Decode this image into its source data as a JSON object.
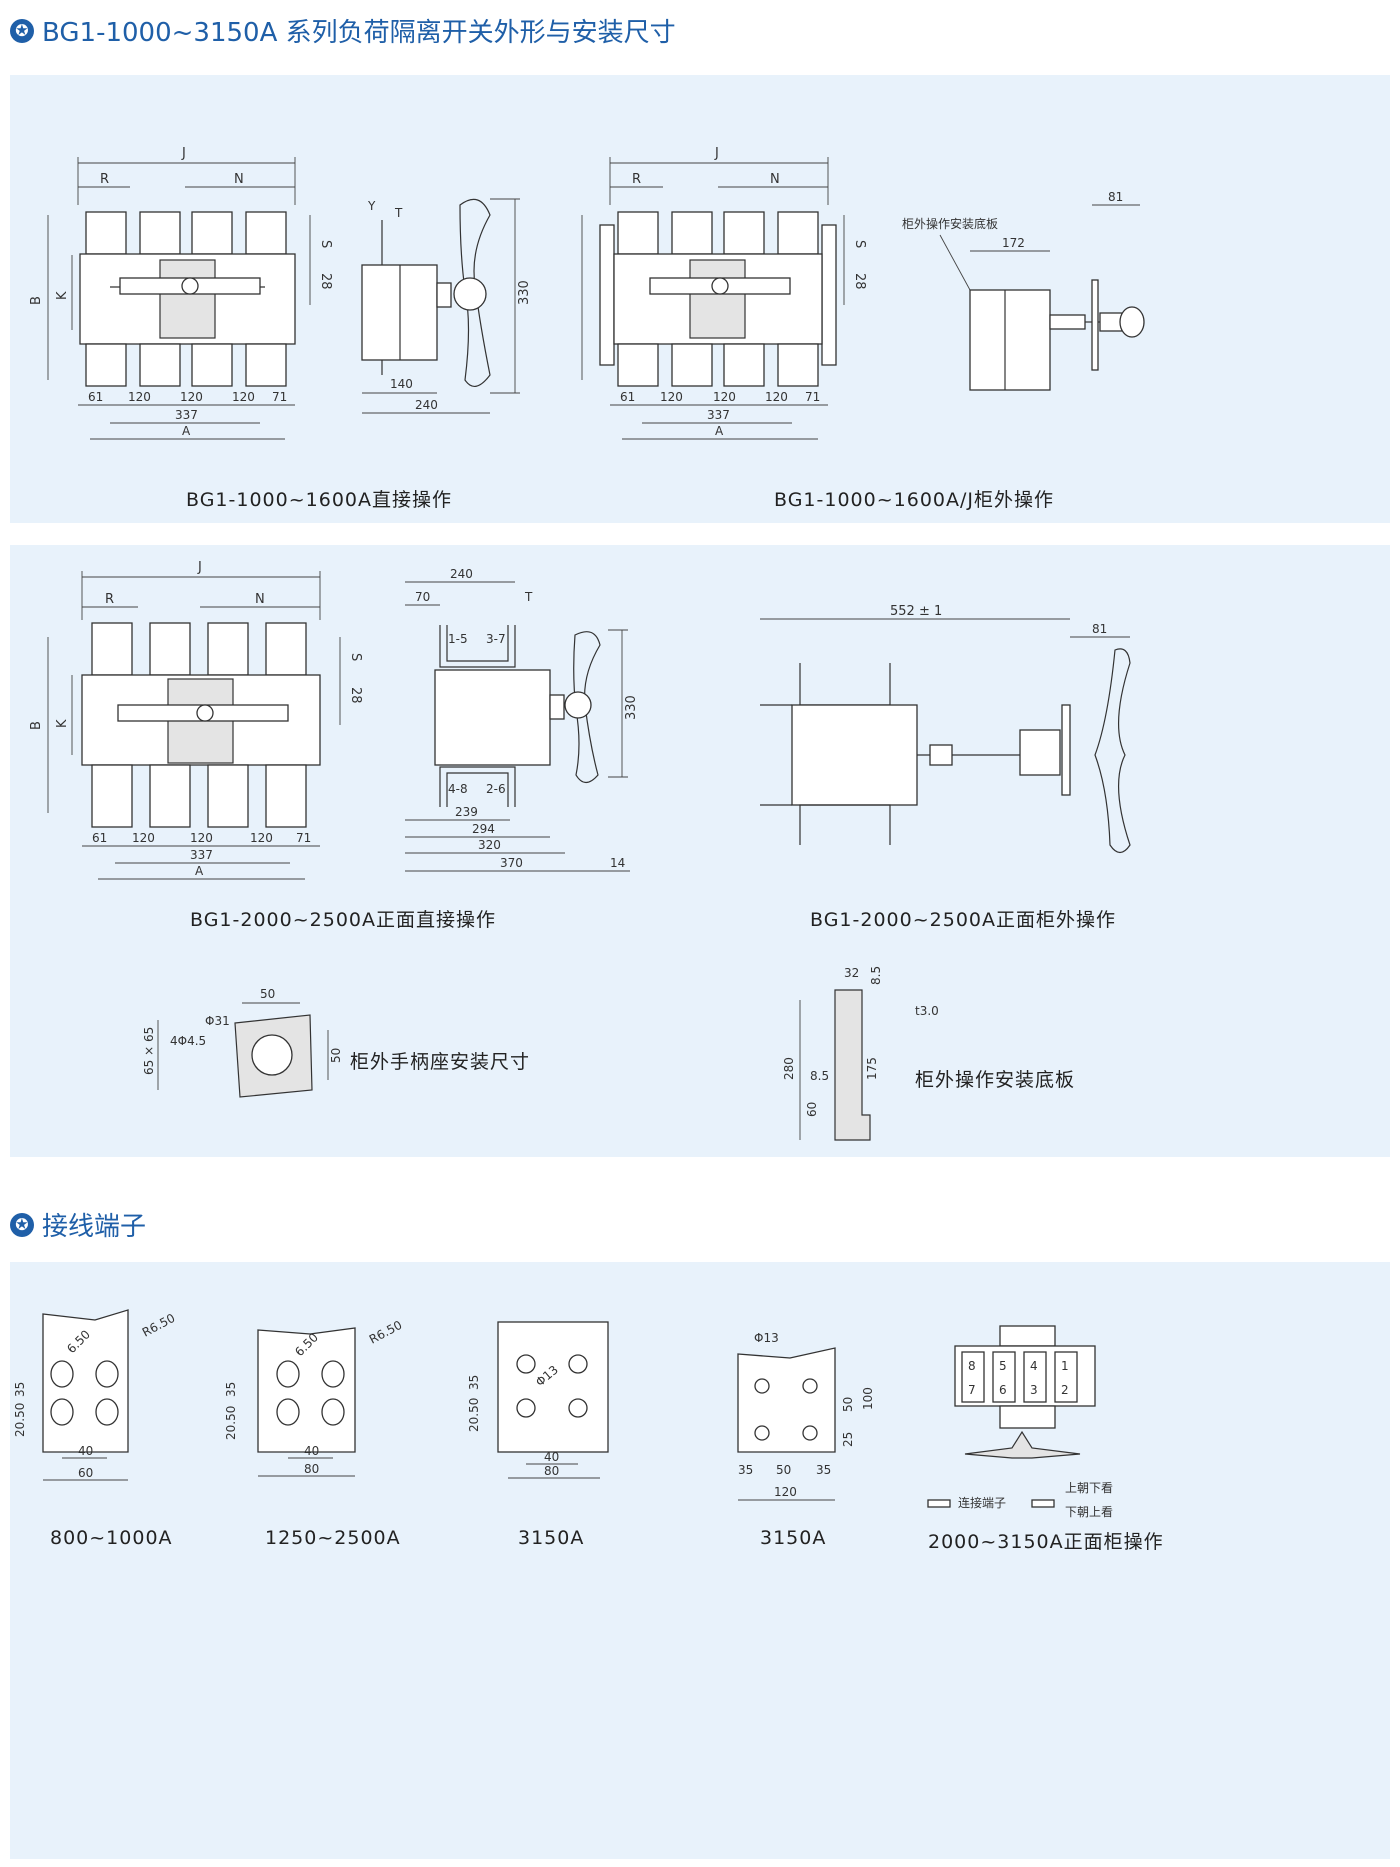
{
  "section1": {
    "title": "BG1-1000~3150A 系列负荷隔离开关外形与安装尺寸",
    "panel1": {
      "left_caption": "BG1-1000~1600A直接操作",
      "right_caption": "BG1-1000~1600A/J柜外操作",
      "dims_left": {
        "J": "J",
        "R": "R",
        "N": "N",
        "S": "S",
        "d28": "28",
        "B": "B",
        "K": "K",
        "A": "A",
        "d61": "61",
        "d120a": "120",
        "d120b": "120",
        "d120c": "120",
        "d71": "71",
        "d337": "337",
        "Y": "Y",
        "T": "T",
        "d330": "330",
        "d140": "140",
        "d240": "240"
      },
      "dims_right": {
        "J": "J",
        "R": "R",
        "N": "N",
        "S": "S",
        "d28": "28",
        "A": "A",
        "d61": "61",
        "d120a": "120",
        "d120b": "120",
        "d120c": "120",
        "d71": "71",
        "d337": "337",
        "plate_label": "柜外操作安装底板",
        "d172": "172",
        "d81": "81"
      }
    },
    "panel2": {
      "left_caption": "BG1-2000~2500A正面直接操作",
      "right_caption": "BG1-2000~2500A正面柜外操作",
      "handle_caption": "柜外手柄座安装尺寸",
      "plate_caption": "柜外操作安装底板",
      "dims_left": {
        "J": "J",
        "R": "R",
        "N": "N",
        "S": "S",
        "d28": "28",
        "B": "B",
        "K": "K",
        "A": "A",
        "d61": "61",
        "d120a": "120",
        "d120b": "120",
        "d120c": "120",
        "d71": "71",
        "d337": "337"
      },
      "dims_side": {
        "d240": "240",
        "d70": "70",
        "T": "T",
        "t15": "1-5",
        "t37": "3-7",
        "t48": "4-8",
        "t26": "2-6",
        "d330": "330",
        "d239": "239",
        "d294": "294",
        "d320": "320",
        "d370": "370",
        "d14": "14"
      },
      "dims_ext": {
        "d552": "552 ± 1",
        "d81": "81"
      },
      "dims_handle": {
        "d50": "50",
        "phi31": "Φ31",
        "hole": "4Φ4.5",
        "sq": "65 × 65",
        "d50v": "50"
      },
      "dims_plate": {
        "d32": "32",
        "d85a": "8.5",
        "t30": "t3.0",
        "d280": "280",
        "d85b": "8.5",
        "d175": "175",
        "d60": "60"
      }
    }
  },
  "section2": {
    "title": "接线端子",
    "terminals": [
      {
        "caption": "800~1000A",
        "r": "R6.50",
        "d650": "6.50",
        "d35": "35",
        "d2050": "20.50",
        "d40": "40",
        "w": "60"
      },
      {
        "caption": "1250~2500A",
        "r": "R6.50",
        "d650": "6.50",
        "d35": "35",
        "d2050": "20.50",
        "d40": "40",
        "w": "80"
      },
      {
        "caption": "3150A",
        "phi": "Φ13",
        "d35": "35",
        "d2050": "20.50",
        "d40": "40",
        "w": "80"
      },
      {
        "caption": "3150A",
        "phi": "Φ13",
        "d50": "50",
        "d25": "25",
        "d100": "100",
        "d35a": "35",
        "d50h": "50",
        "d35b": "35",
        "w": "120"
      },
      {
        "caption": "2000~3150A正面柜操作",
        "nums_top": [
          "8",
          "5",
          "4",
          "1"
        ],
        "nums_bot": [
          "7",
          "6",
          "3",
          "2"
        ],
        "legend_conn": "连接端子",
        "legend_up": "上朝下看",
        "legend_down": "下朝上看"
      }
    ]
  }
}
